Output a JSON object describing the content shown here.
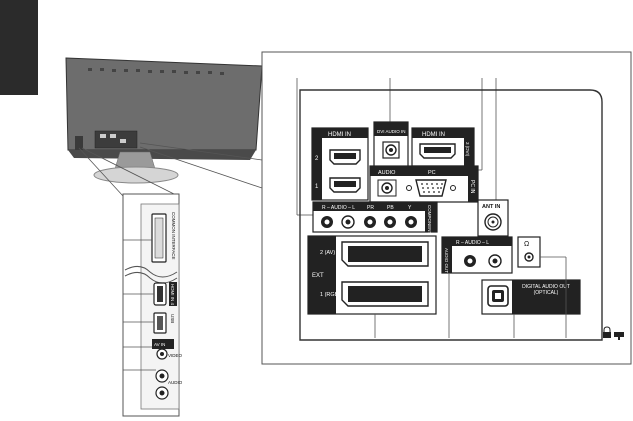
{
  "side_panel": {
    "common_interface": "COMMON INTERFACE",
    "hdmi4": "HDMI IN 4",
    "usb": "USB",
    "av_in": "AV IN",
    "video": "VIDEO",
    "audio": "AUDIO"
  },
  "rear_panel": {
    "hdmi_in_left": "HDMI IN",
    "hdmi_2": "2",
    "hdmi_1": "1",
    "dvi_audio_in": "DVI AUDIO IN",
    "hdmi_in_right": "HDMI IN",
    "hdmi_3_dvi": "3 (DVI)",
    "pc_audio": "AUDIO",
    "pc": "PC",
    "pc_in": "PC IN",
    "ant_in": "ANT IN",
    "component_audio": "R – AUDIO – L",
    "component_pr": "PR",
    "component_pb": "PB",
    "component_y": "Y",
    "component_in": "COMPONENT IN",
    "ext": "EXT",
    "ext_2": "2 (AV)",
    "ext_1": "1 (RGB)",
    "audio_out_label": "R – AUDIO – L",
    "audio_out": "AUDIO OUT",
    "headphone": "Ω",
    "digital_audio_out": "DIGITAL AUDIO OUT (OPTICAL)"
  },
  "colors": {
    "tab": "#2b2b2b",
    "panel_border": "#555555",
    "callout_line": "#555555"
  }
}
